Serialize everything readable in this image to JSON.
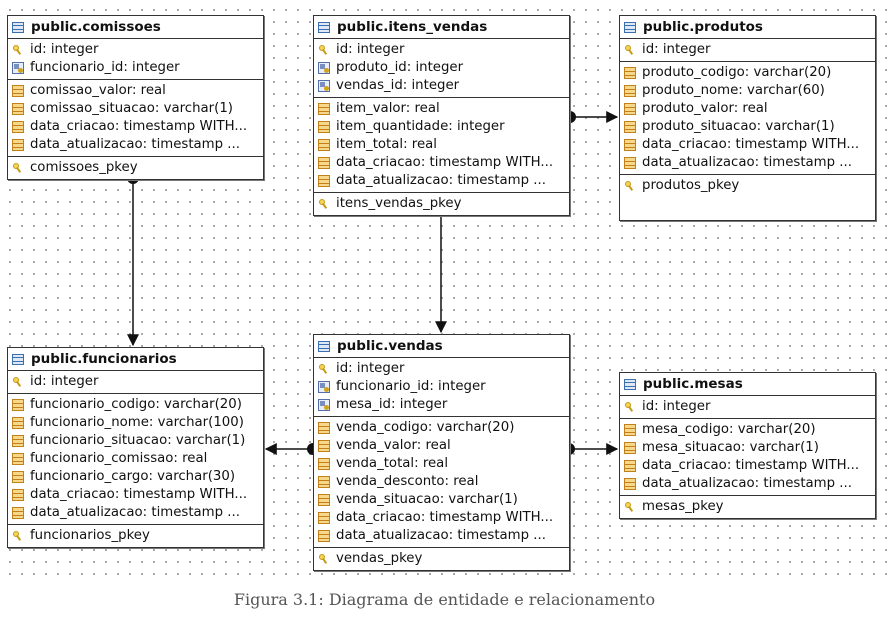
{
  "tables": {
    "comissoes": {
      "title": "public.comissoes",
      "keys": [
        "id: integer",
        "funcionario_id: integer"
      ],
      "columns": [
        "comissao_valor: real",
        "comissao_situacao: varchar(1)",
        "data_criacao: timestamp WITH...",
        "data_atualizacao: timestamp ..."
      ],
      "pkey": "comissoes_pkey"
    },
    "itens_vendas": {
      "title": "public.itens_vendas",
      "keys": [
        "id: integer",
        "produto_id: integer",
        "vendas_id: integer"
      ],
      "columns": [
        "item_valor: real",
        "item_quantidade: integer",
        "item_total: real",
        "data_criacao: timestamp WITH...",
        "data_atualizacao: timestamp ..."
      ],
      "pkey": "itens_vendas_pkey"
    },
    "produtos": {
      "title": "public.produtos",
      "keys": [
        "id: integer"
      ],
      "columns": [
        "produto_codigo: varchar(20)",
        "produto_nome: varchar(60)",
        "produto_valor: real",
        "produto_situacao: varchar(1)",
        "data_criacao: timestamp WITH...",
        "data_atualizacao: timestamp ..."
      ],
      "pkey": "produtos_pkey"
    },
    "funcionarios": {
      "title": "public.funcionarios",
      "keys": [
        "id: integer"
      ],
      "columns": [
        "funcionario_codigo: varchar(20)",
        "funcionario_nome: varchar(100)",
        "funcionario_situacao: varchar(1)",
        "funcionario_comissao: real",
        "funcionario_cargo: varchar(30)",
        "data_criacao: timestamp WITH...",
        "data_atualizacao: timestamp ..."
      ],
      "pkey": "funcionarios_pkey"
    },
    "vendas": {
      "title": "public.vendas",
      "keys": [
        "id: integer",
        "funcionario_id: integer",
        "mesa_id: integer"
      ],
      "columns": [
        "venda_codigo: varchar(20)",
        "venda_valor: real",
        "venda_total: real",
        "venda_desconto: real",
        "venda_situacao: varchar(1)",
        "data_criacao: timestamp WITH...",
        "data_atualizacao: timestamp ..."
      ],
      "pkey": "vendas_pkey"
    },
    "mesas": {
      "title": "public.mesas",
      "keys": [
        "id: integer"
      ],
      "columns": [
        "mesa_codigo: varchar(20)",
        "mesa_situacao: varchar(1)",
        "data_criacao: timestamp WITH...",
        "data_atualizacao: timestamp ..."
      ],
      "pkey": "mesas_pkey"
    }
  },
  "relationships": [
    {
      "from": "comissoes",
      "to": "funcionarios"
    },
    {
      "from": "itens_vendas",
      "to": "produtos"
    },
    {
      "from": "itens_vendas",
      "to": "vendas"
    },
    {
      "from": "vendas",
      "to": "funcionarios"
    },
    {
      "from": "vendas",
      "to": "mesas"
    }
  ],
  "caption": "Figura 3.1: Diagrama de entidade e relacionamento",
  "colors": {
    "line": "#111111",
    "dots": "#9a9a9a",
    "caption": "#555555"
  }
}
